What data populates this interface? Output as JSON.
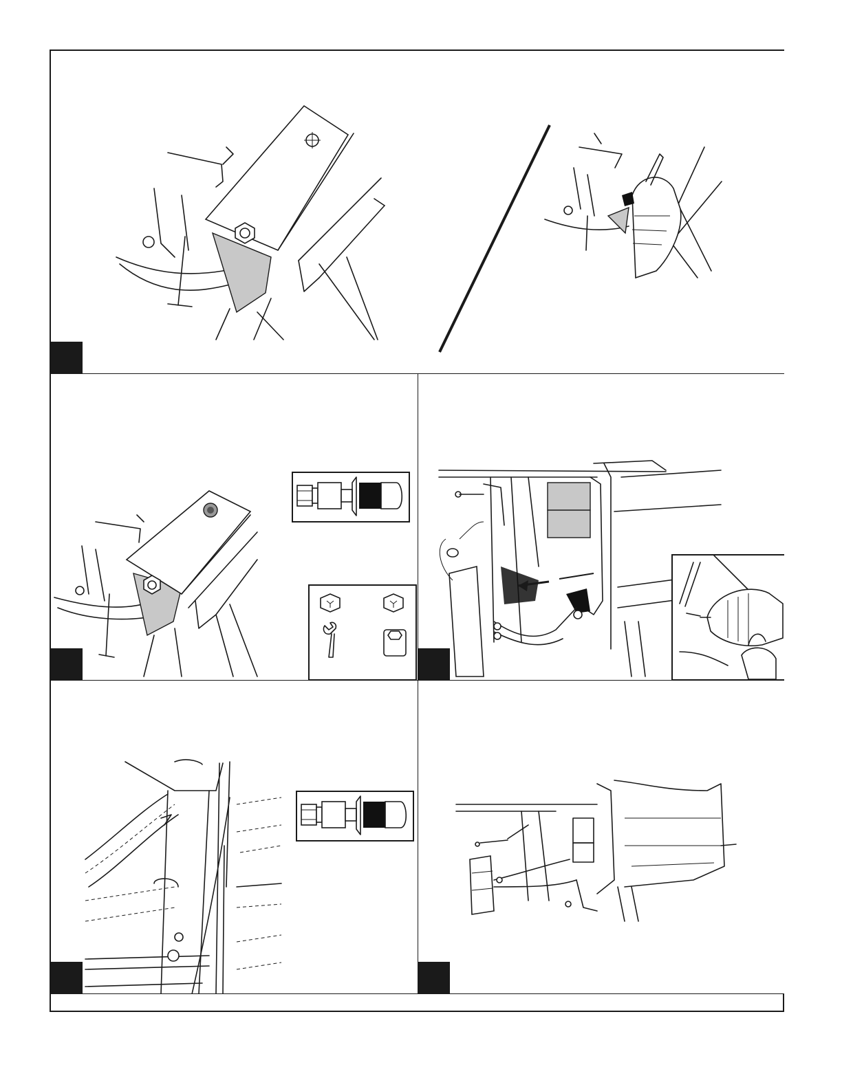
{
  "document": {
    "type": "installation-instructions-illustration-sheet",
    "steps": [
      {
        "id": "step-1",
        "number": "",
        "illustration": "bracket-bolted-to-frame-and-drilling-hole"
      },
      {
        "id": "step-2",
        "number": "",
        "illustration": "bracket-with-carriage-bolt-and-tool-icons"
      },
      {
        "id": "step-3",
        "number": "",
        "illustration": "vehicle-frame-bracket-insertion-with-drill-inset"
      },
      {
        "id": "step-4",
        "number": "",
        "illustration": "frame-rail-with-fastener-inset"
      },
      {
        "id": "step-5",
        "number": "",
        "illustration": "vehicle-frame-rear-view"
      }
    ],
    "icons": [
      "carriage-bolt-icon",
      "wrench-icon",
      "socket-icon",
      "hex-bolt-head-icon",
      "drill-icon"
    ],
    "colors": {
      "line": "#1a1a1a",
      "shade": "#c8c8c8",
      "step_box": "#1a1a1a"
    }
  }
}
